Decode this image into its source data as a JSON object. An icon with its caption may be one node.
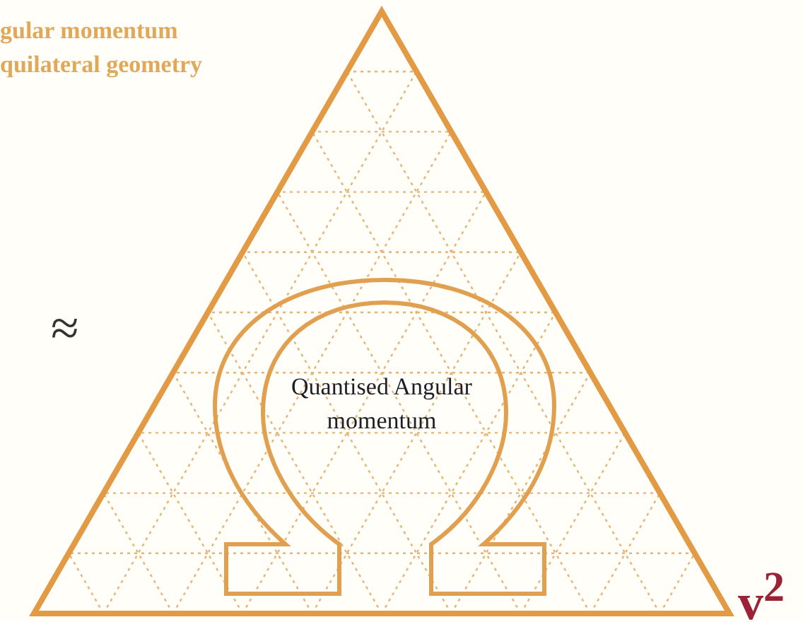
{
  "diagram": {
    "nodes": [
      {
        "text": [
          "Quantised Angular momentum"
        ]
      }
    ],
    "labels": [
      "gular momentum",
      "quilateral geometry",
      "≈",
      "v$^{2}$"
    ]
  }
}
